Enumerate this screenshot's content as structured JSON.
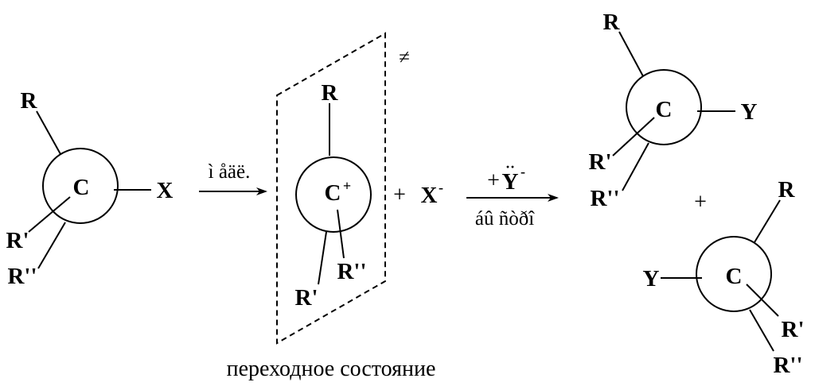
{
  "reactant": {
    "center": "C",
    "substituents": {
      "r": "R",
      "r1": "R'",
      "r2": "R''",
      "leaving": "X"
    }
  },
  "step1": {
    "label": "ì åäë."
  },
  "transition_state": {
    "center": "C",
    "charge": "+",
    "substituents": {
      "r": "R",
      "r1": "R'",
      "r2": "R''"
    },
    "symbol": "≠",
    "caption": "переходное состояние"
  },
  "leaving_ion": {
    "plus": "+",
    "symbol": "X",
    "charge": "-"
  },
  "step2": {
    "reagent_plus": "+",
    "reagent": "Y",
    "reagent_dots": "··",
    "reagent_charge": "-",
    "label": "áû ñòðî"
  },
  "product1": {
    "center": "C",
    "substituents": {
      "r": "R",
      "r1": "R'",
      "r2": "R''",
      "nucleophile": "Y"
    }
  },
  "product_plus": "+",
  "product2": {
    "center": "C",
    "substituents": {
      "r": "R",
      "r1": "R'",
      "r2": "R''",
      "nucleophile": "Y"
    }
  }
}
